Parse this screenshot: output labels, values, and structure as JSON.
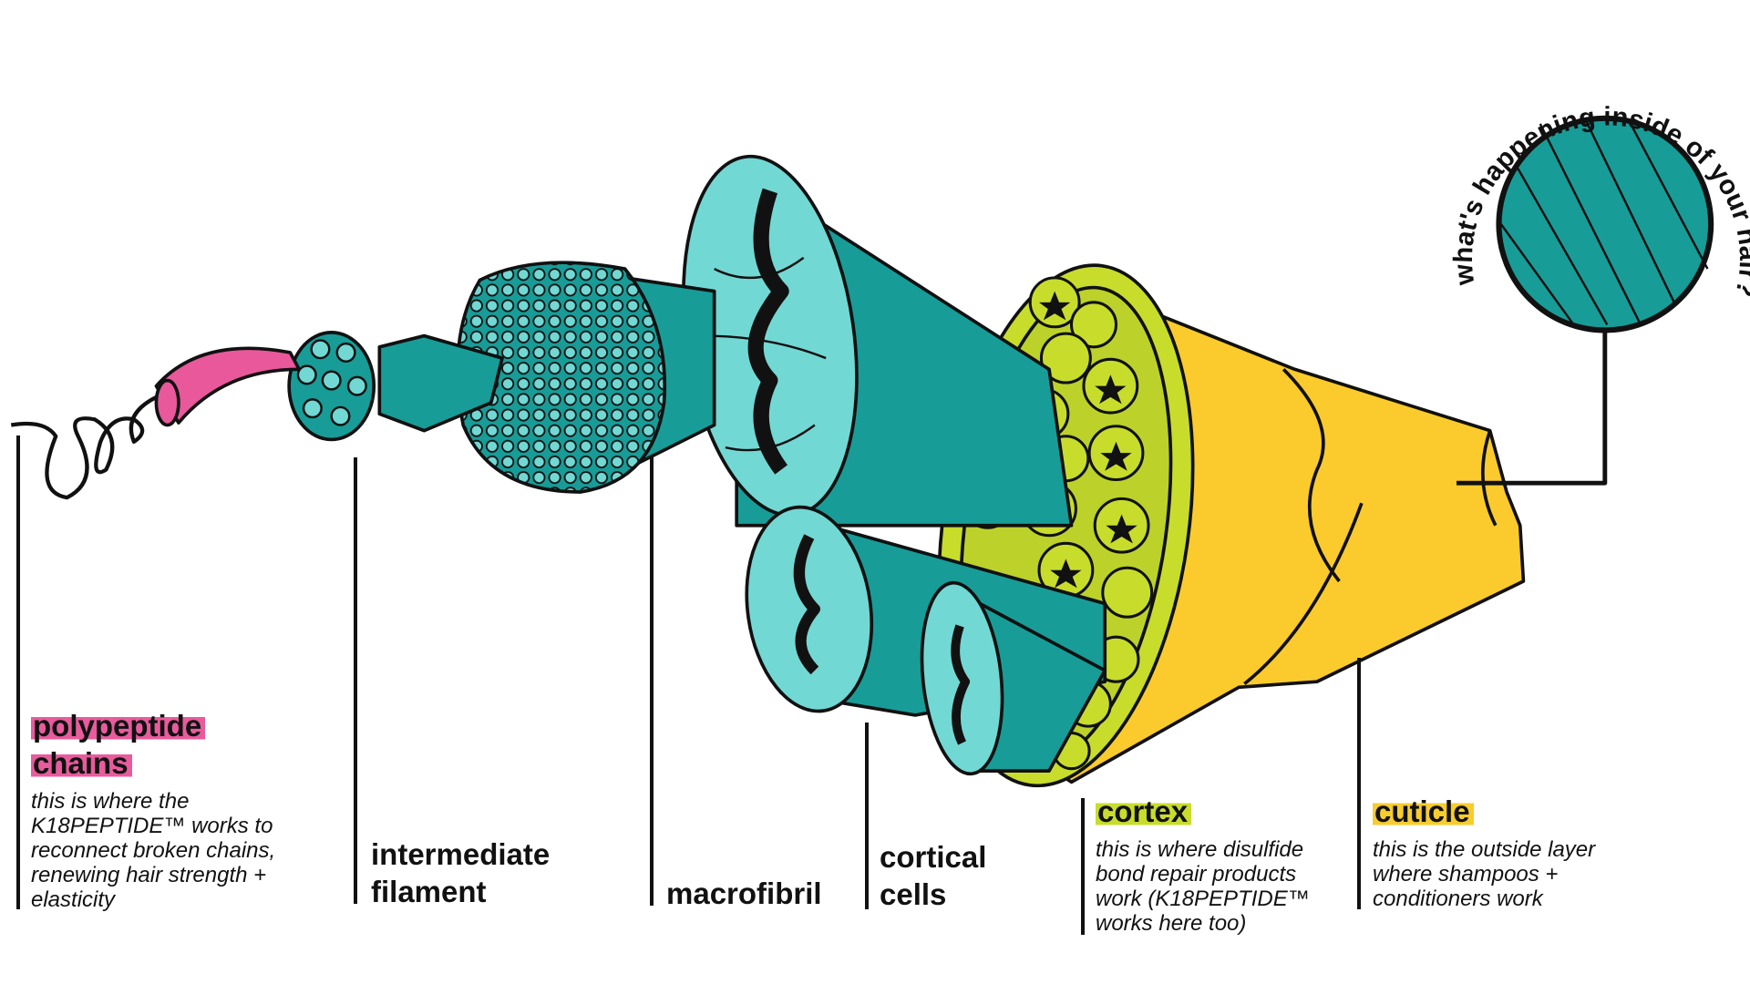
{
  "circle_caption": "what's happening inside of your hair?",
  "labels": {
    "polypeptide": {
      "title_line1": "polypeptide",
      "title_line2": "chains",
      "description": "this is where the K18PEPTIDE™ works to reconnect broken chains, renewing hair strength + elasticity"
    },
    "intermediate": {
      "title_line1": "intermediate",
      "title_line2": "filament"
    },
    "macrofibril": {
      "title": "macrofibril"
    },
    "cortical": {
      "title_line1": "cortical",
      "title_line2": "cells"
    },
    "cortex": {
      "title": "cortex",
      "description": "this is where disulfide bond repair products work (K18PEPTIDE™ works here too)"
    },
    "cuticle": {
      "title": "cuticle",
      "description": "this is the outside layer where shampoos + conditioners work"
    }
  },
  "colors": {
    "teal": "#189c97",
    "light_teal": "#72d8d4",
    "lime": "#c8dc2c",
    "yellow": "#fbcb2d",
    "pink": "#e9589b"
  }
}
